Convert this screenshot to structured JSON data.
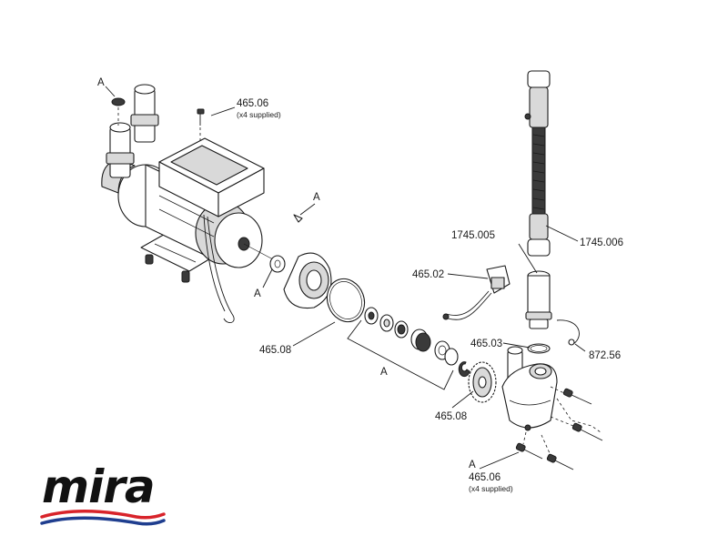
{
  "diagram": {
    "labels": {
      "screw_top": "465.06",
      "screw_top_qty": "(x4 supplied)",
      "screw_bottom": "465.06",
      "screw_bottom_qty": "(x4 supplied)",
      "seal_kit_left": "465.08",
      "seal_kit_right": "465.08",
      "cable": "465.02",
      "oring": "465.03",
      "clip": "872.56",
      "adaptor": "1745.005",
      "hose": "1745.006",
      "ref_a1": "A",
      "ref_a2": "A",
      "ref_a3": "A",
      "ref_a4": "A",
      "ref_a5": "A"
    }
  },
  "logo": {
    "text": "mira",
    "colors": {
      "text": "#111111",
      "wave_red": "#d8232a",
      "wave_blue": "#1f3e8f"
    }
  }
}
